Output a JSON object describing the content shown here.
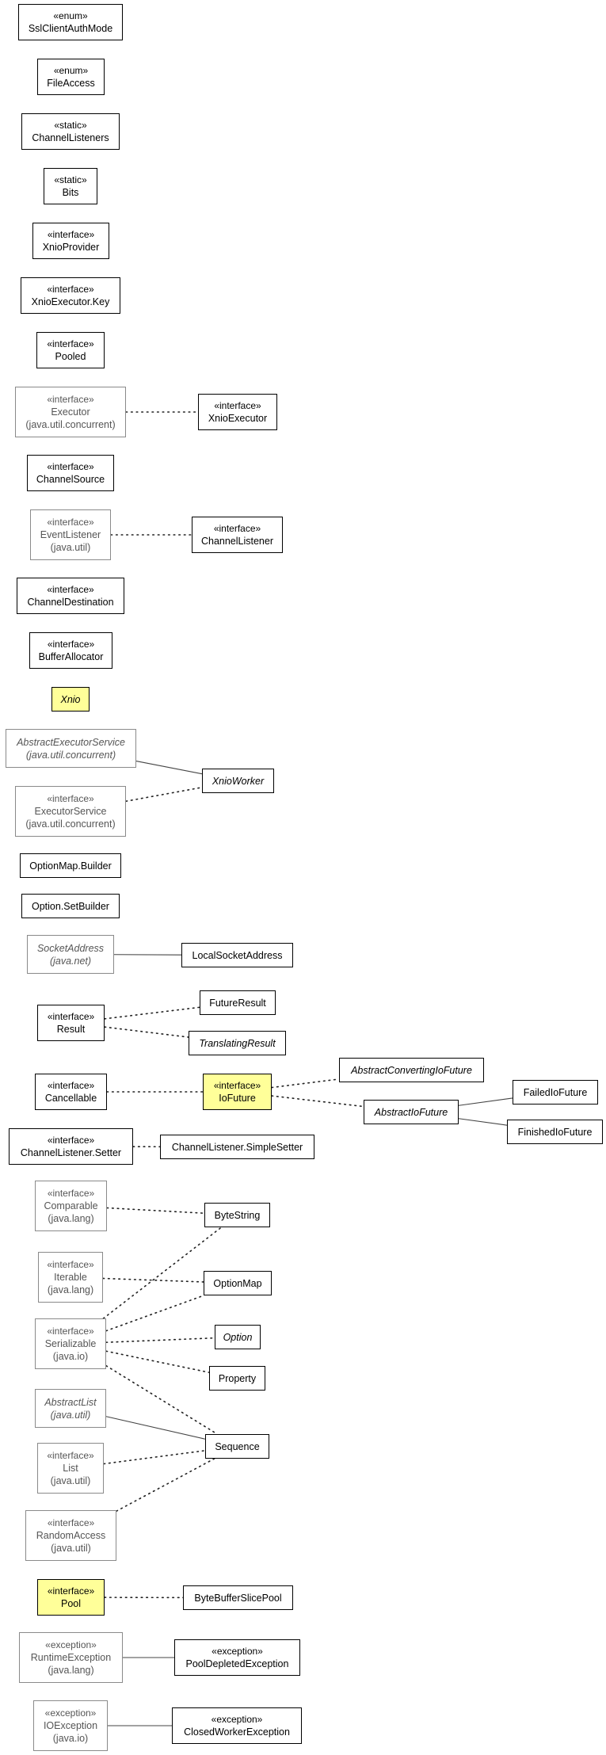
{
  "nodes": {
    "ssl_client_auth_mode": {
      "stereotype": "«enum»",
      "name": "SslClientAuthMode"
    },
    "file_access": {
      "stereotype": "«enum»",
      "name": "FileAccess"
    },
    "channel_listeners": {
      "stereotype": "«static»",
      "name": "ChannelListeners"
    },
    "bits": {
      "stereotype": "«static»",
      "name": "Bits"
    },
    "xnio_provider": {
      "stereotype": "«interface»",
      "name": "XnioProvider"
    },
    "xnio_executor_key": {
      "stereotype": "«interface»",
      "name": "XnioExecutor.Key"
    },
    "pooled": {
      "stereotype": "«interface»",
      "name": "Pooled"
    },
    "executor": {
      "stereotype": "«interface»",
      "name": "Executor",
      "package": "(java.util.concurrent)"
    },
    "xnio_executor": {
      "stereotype": "«interface»",
      "name": "XnioExecutor"
    },
    "channel_source": {
      "stereotype": "«interface»",
      "name": "ChannelSource"
    },
    "event_listener": {
      "stereotype": "«interface»",
      "name": "EventListener",
      "package": "(java.util)"
    },
    "channel_listener": {
      "stereotype": "«interface»",
      "name": "ChannelListener"
    },
    "channel_destination": {
      "stereotype": "«interface»",
      "name": "ChannelDestination"
    },
    "buffer_allocator": {
      "stereotype": "«interface»",
      "name": "BufferAllocator"
    },
    "xnio": {
      "name": "Xnio"
    },
    "abstract_executor_service": {
      "name": "AbstractExecutorService",
      "package": "(java.util.concurrent)"
    },
    "executor_service": {
      "stereotype": "«interface»",
      "name": "ExecutorService",
      "package": "(java.util.concurrent)"
    },
    "xnio_worker": {
      "name": "XnioWorker"
    },
    "option_map_builder": {
      "name": "OptionMap.Builder"
    },
    "option_set_builder": {
      "name": "Option.SetBuilder"
    },
    "socket_address": {
      "name": "SocketAddress",
      "package": "(java.net)"
    },
    "local_socket_address": {
      "name": "LocalSocketAddress"
    },
    "result": {
      "stereotype": "«interface»",
      "name": "Result"
    },
    "future_result": {
      "name": "FutureResult"
    },
    "translating_result": {
      "name": "TranslatingResult"
    },
    "cancellable": {
      "stereotype": "«interface»",
      "name": "Cancellable"
    },
    "io_future": {
      "stereotype": "«interface»",
      "name": "IoFuture"
    },
    "abstract_converting_io_future": {
      "name": "AbstractConvertingIoFuture"
    },
    "abstract_io_future": {
      "name": "AbstractIoFuture"
    },
    "failed_io_future": {
      "name": "FailedIoFuture"
    },
    "finished_io_future": {
      "name": "FinishedIoFuture"
    },
    "channel_listener_setter": {
      "stereotype": "«interface»",
      "name": "ChannelListener.Setter"
    },
    "channel_listener_simple_setter": {
      "name": "ChannelListener.SimpleSetter"
    },
    "comparable": {
      "stereotype": "«interface»",
      "name": "Comparable",
      "package": "(java.lang)"
    },
    "byte_string": {
      "name": "ByteString"
    },
    "iterable": {
      "stereotype": "«interface»",
      "name": "Iterable",
      "package": "(java.lang)"
    },
    "option_map": {
      "name": "OptionMap"
    },
    "serializable": {
      "stereotype": "«interface»",
      "name": "Serializable",
      "package": "(java.io)"
    },
    "option": {
      "name": "Option"
    },
    "property": {
      "name": "Property"
    },
    "abstract_list": {
      "name": "AbstractList",
      "package": "(java.util)"
    },
    "sequence": {
      "name": "Sequence"
    },
    "list": {
      "stereotype": "«interface»",
      "name": "List",
      "package": "(java.util)"
    },
    "random_access": {
      "stereotype": "«interface»",
      "name": "RandomAccess",
      "package": "(java.util)"
    },
    "pool": {
      "stereotype": "«interface»",
      "name": "Pool"
    },
    "byte_buffer_slice_pool": {
      "name": "ByteBufferSlicePool"
    },
    "runtime_exception": {
      "stereotype": "«exception»",
      "name": "RuntimeException",
      "package": "(java.lang)"
    },
    "pool_depleted_exception": {
      "stereotype": "«exception»",
      "name": "PoolDepletedException"
    },
    "io_exception": {
      "stereotype": "«exception»",
      "name": "IOException",
      "package": "(java.io)"
    },
    "closed_worker_exception": {
      "stereotype": "«exception»",
      "name": "ClosedWorkerException"
    }
  },
  "edges": [
    {
      "from": "executor",
      "to": "xnio_executor",
      "kind": "realization"
    },
    {
      "from": "event_listener",
      "to": "channel_listener",
      "kind": "realization"
    },
    {
      "from": "abstract_executor_service",
      "to": "xnio_worker",
      "kind": "generalization"
    },
    {
      "from": "executor_service",
      "to": "xnio_worker",
      "kind": "realization"
    },
    {
      "from": "socket_address",
      "to": "local_socket_address",
      "kind": "generalization"
    },
    {
      "from": "result",
      "to": "future_result",
      "kind": "realization"
    },
    {
      "from": "result",
      "to": "translating_result",
      "kind": "realization"
    },
    {
      "from": "cancellable",
      "to": "io_future",
      "kind": "realization"
    },
    {
      "from": "io_future",
      "to": "abstract_converting_io_future",
      "kind": "realization"
    },
    {
      "from": "io_future",
      "to": "abstract_io_future",
      "kind": "realization"
    },
    {
      "from": "abstract_io_future",
      "to": "failed_io_future",
      "kind": "generalization"
    },
    {
      "from": "abstract_io_future",
      "to": "finished_io_future",
      "kind": "generalization"
    },
    {
      "from": "channel_listener_setter",
      "to": "channel_listener_simple_setter",
      "kind": "realization"
    },
    {
      "from": "comparable",
      "to": "byte_string",
      "kind": "realization"
    },
    {
      "from": "iterable",
      "to": "option_map",
      "kind": "realization"
    },
    {
      "from": "serializable",
      "to": "byte_string",
      "kind": "realization"
    },
    {
      "from": "serializable",
      "to": "option_map",
      "kind": "realization"
    },
    {
      "from": "serializable",
      "to": "option",
      "kind": "realization"
    },
    {
      "from": "serializable",
      "to": "property",
      "kind": "realization"
    },
    {
      "from": "serializable",
      "to": "sequence",
      "kind": "realization"
    },
    {
      "from": "abstract_list",
      "to": "sequence",
      "kind": "generalization"
    },
    {
      "from": "list",
      "to": "sequence",
      "kind": "realization"
    },
    {
      "from": "random_access",
      "to": "sequence",
      "kind": "realization"
    },
    {
      "from": "pool",
      "to": "byte_buffer_slice_pool",
      "kind": "realization"
    },
    {
      "from": "runtime_exception",
      "to": "pool_depleted_exception",
      "kind": "generalization"
    },
    {
      "from": "io_exception",
      "to": "closed_worker_exception",
      "kind": "generalization"
    }
  ]
}
